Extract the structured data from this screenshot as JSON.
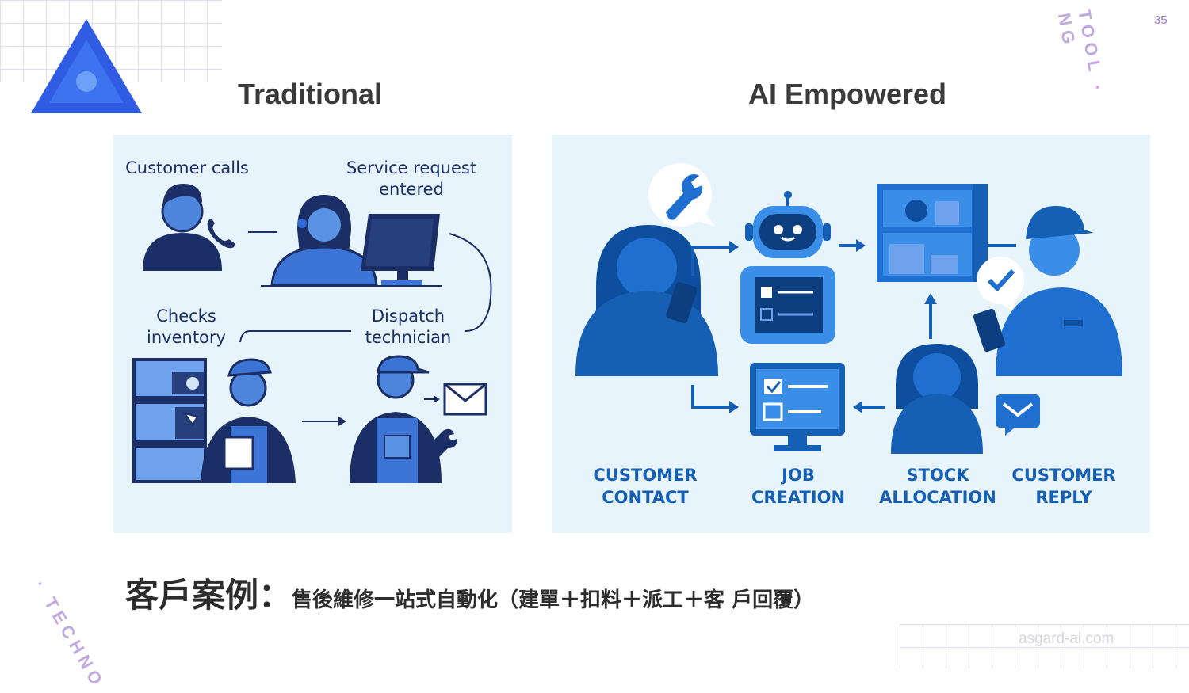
{
  "slide": {
    "page_number": "35",
    "watermark": "asgard-ai.com"
  },
  "decor": {
    "top_right_ring": "TOOL · NG",
    "bottom_left_ring": "· TECHNO"
  },
  "colors": {
    "accent_blue": "#2f5ce3",
    "panel_bg": "#e8f4fc",
    "navy": "#1b2f66",
    "brand_blue": "#1560b4",
    "purple": "#9a78c8"
  },
  "traditional": {
    "heading": "Traditional",
    "labels": {
      "customer_calls": "Customer calls",
      "service_request_1": "Service request",
      "service_request_2": "entered",
      "checks_1": "Checks",
      "checks_2": "inventory",
      "dispatch_1": "Dispatch",
      "dispatch_2": "technician"
    }
  },
  "ai": {
    "heading": "AI Empowered",
    "steps": [
      {
        "line1": "CUSTOMER",
        "line2": "CONTACT"
      },
      {
        "line1": "JOB",
        "line2": "CREATION"
      },
      {
        "line1": "STOCK",
        "line2": "ALLOCATION"
      },
      {
        "line1": "CUSTOMER",
        "line2": "REPLY"
      }
    ]
  },
  "footer": {
    "title_main": "客戶案例：",
    "title_sub": "售後維修一站式自動化（建單＋扣料＋派工＋客 戶回覆）"
  }
}
